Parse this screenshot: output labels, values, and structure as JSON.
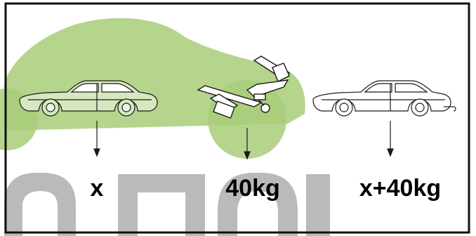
{
  "labels": {
    "car_weight": "x",
    "hitch_weight": "40kg",
    "total_weight": "x+40kg"
  },
  "watermark": {
    "text": "ОПОВ",
    "color": "#b9bab9"
  },
  "colors": {
    "background_car_green": "#a8cc78",
    "car_fill_green": "#d7e8bf",
    "outline": "#1a1a1a",
    "frame": "#111111"
  }
}
